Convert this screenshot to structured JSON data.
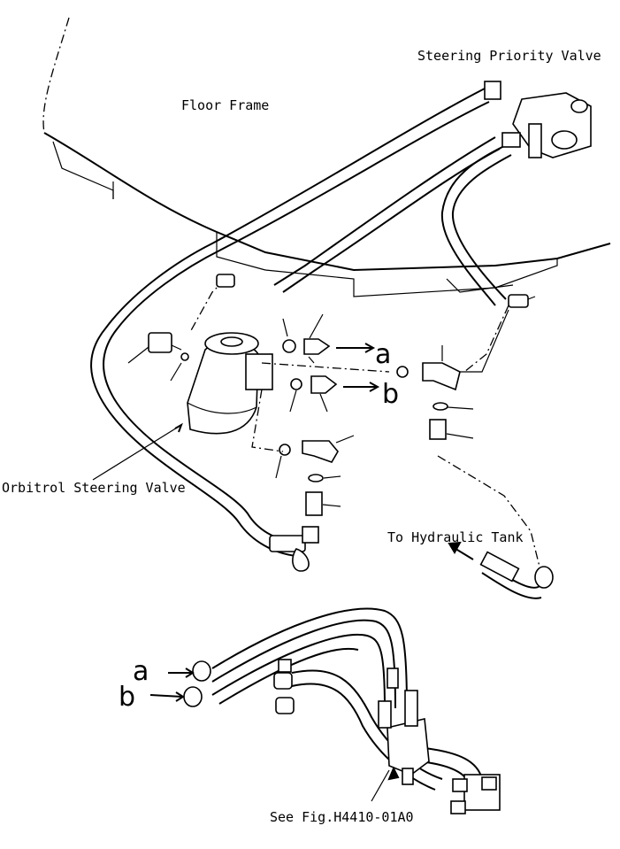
{
  "labels": {
    "steering_priority_valve": "Steering Priority Valve",
    "floor_frame": "Floor Frame",
    "orbitrol_steering_valve": "Orbitrol Steering Valve",
    "to_hydraulic_tank": "To Hydraulic Tank",
    "see_fig": "See Fig.H4410-01A0",
    "connector_a_upper": "a",
    "connector_b_upper": "b",
    "connector_a_lower": "a",
    "connector_b_lower": "b"
  }
}
